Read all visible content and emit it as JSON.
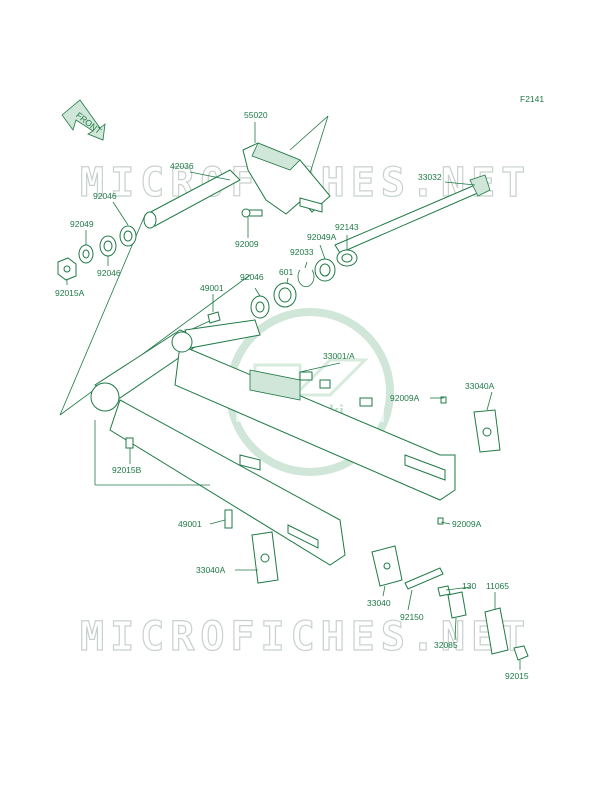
{
  "diagram_id": "F2141",
  "front_label": "FRONT",
  "watermark": "MICROFICHES.NET",
  "logo_text": "Kawasaki",
  "colors": {
    "line": "#1f7a46",
    "shade": "#cfe6d8",
    "watermark": "#c9d1cc"
  },
  "labels": {
    "p55020": "55020",
    "p42036": "42036",
    "p33032": "33032",
    "p92046a": "92046",
    "p92049": "92049",
    "p92046b": "92046",
    "p92015a": "92015A",
    "p92009": "92009",
    "p92049a": "92049A",
    "p92143": "92143",
    "p92033": "92033",
    "p92046c": "92046",
    "p601": "601",
    "p49001a": "49001",
    "p33001a": "33001/A",
    "p92009a1": "92009A",
    "p33040a1": "33040A",
    "p92015b": "92015B",
    "p92009a2": "92009A",
    "p49001b": "49001",
    "p33040a2": "33040A",
    "p33040": "33040",
    "p92150": "92150",
    "p130": "130",
    "p11065": "11065",
    "p32085": "32085",
    "p92015": "92015"
  }
}
